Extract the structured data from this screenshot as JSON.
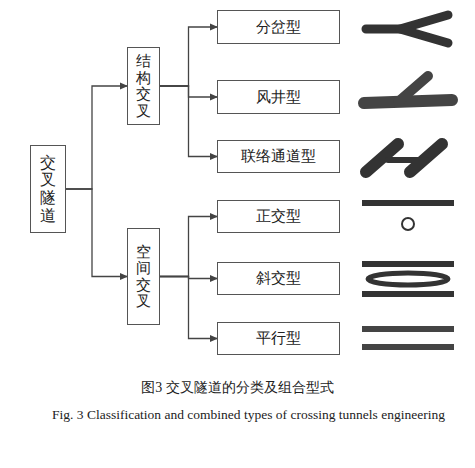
{
  "diagram": {
    "caption": "图3 交叉隧道的分类及组合型式",
    "nodes": [
      {
        "text": [
          "交叉隧道"
        ]
      },
      {
        "text": [
          "结构交叉"
        ]
      },
      {
        "text": [
          "分岔型"
        ]
      },
      {
        "text": [
          "风井型"
        ]
      },
      {
        "text": [
          "联络通道型"
        ]
      },
      {
        "text": [
          "空间交叉"
        ]
      },
      {
        "text": [
          "正交型"
        ]
      },
      {
        "text": [
          "斜交型"
        ]
      },
      {
        "text": [
          "平行型"
        ]
      }
    ],
    "edges": [
      {
        "from": 0,
        "to": 1,
        "arrow": "to"
      },
      {
        "from": 0,
        "to": 5,
        "arrow": "to"
      },
      {
        "from": 1,
        "to": 2,
        "arrow": "to"
      },
      {
        "from": 1,
        "to": 3,
        "arrow": "to"
      },
      {
        "from": 1,
        "to": 4,
        "arrow": "to"
      },
      {
        "from": 5,
        "to": 6,
        "arrow": "to"
      },
      {
        "from": 5,
        "to": 7,
        "arrow": "to"
      },
      {
        "from": 5,
        "to": 8,
        "arrow": "to"
      }
    ],
    "labels": [
      "Fig. 3 Classification and combined types of crossing tunnels engineering"
    ]
  }
}
